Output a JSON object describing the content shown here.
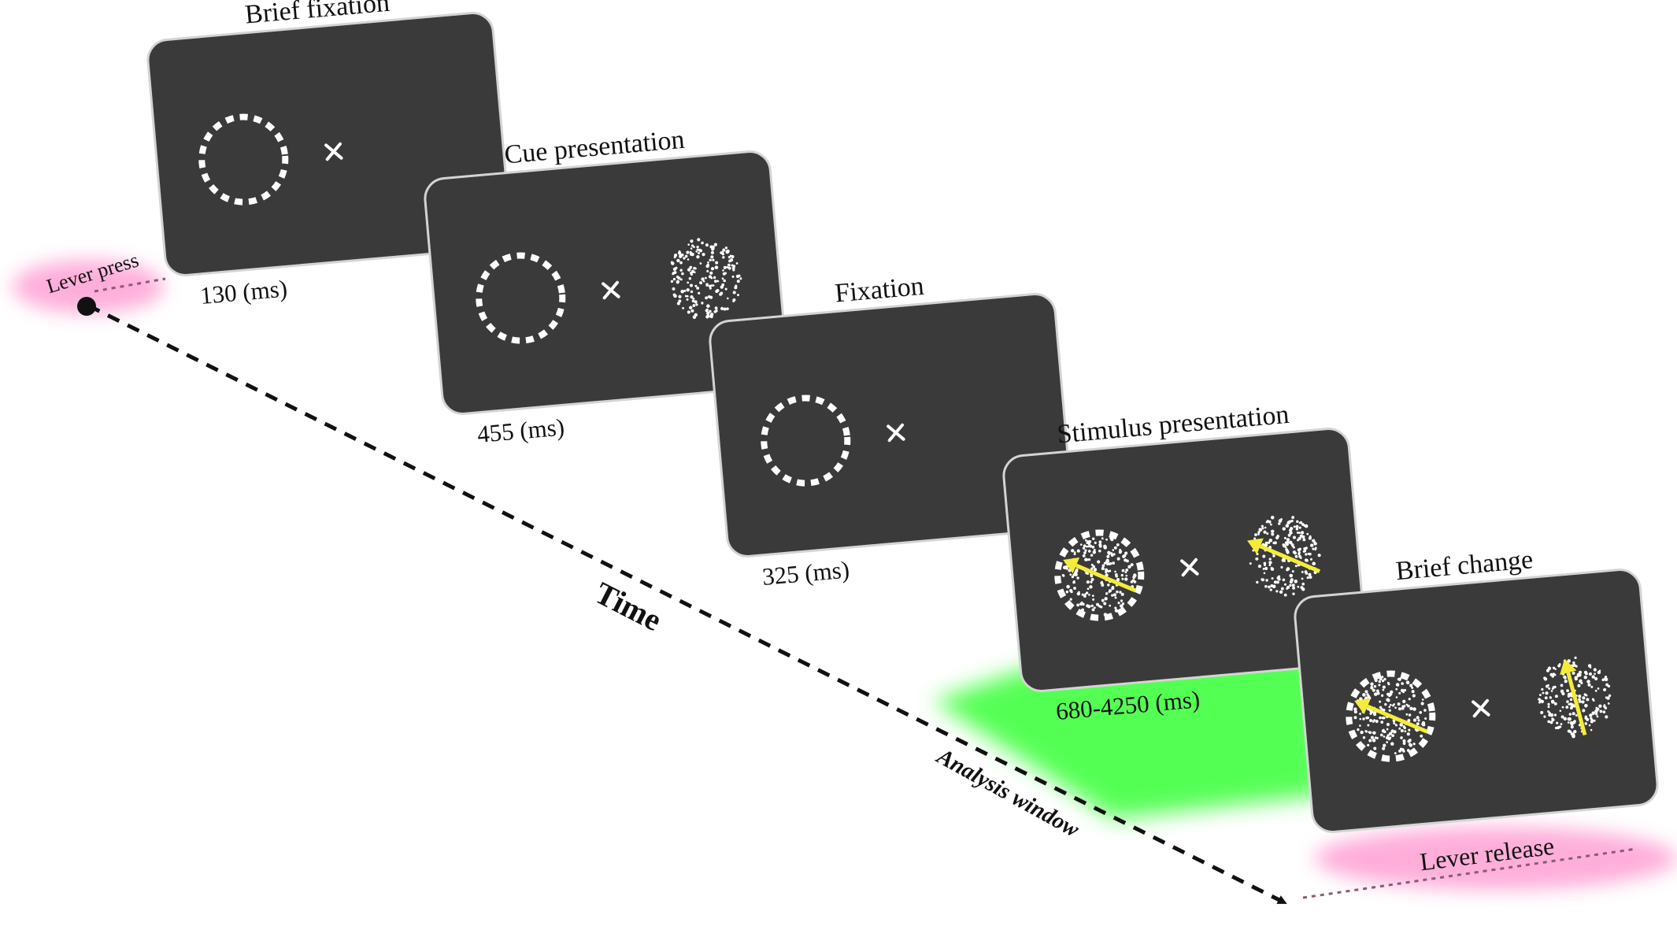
{
  "colors": {
    "screen": "#3a3a3a",
    "screen_border": "#d4d4d4",
    "stimulus_white": "#ffffff",
    "motion_arrow": "#f5ec3a",
    "analysis_window": "#4cff4c",
    "lever_highlight": "#ff9ad2",
    "timeline": "#111111",
    "lever_dotted": "#8a5a78"
  },
  "icons": {
    "fixation": "cross-icon",
    "cue_ring": "dashed-circle",
    "stimulus": "random-dot-patch",
    "motion": "arrow-icon"
  },
  "timeline": {
    "label": "Time",
    "start_event": "Lever press",
    "end_event": "Lever release",
    "analysis_window_label": "Analysis window"
  },
  "screens": [
    {
      "id": "brief-fixation",
      "title": "Brief fixation",
      "duration": "130 (ms)",
      "left": "ring",
      "right": "none",
      "left_arrow_deg": null,
      "right_arrow_deg": null
    },
    {
      "id": "cue-presentation",
      "title": "Cue presentation",
      "duration": "455 (ms)",
      "left": "ring",
      "right": "dots",
      "left_arrow_deg": null,
      "right_arrow_deg": null
    },
    {
      "id": "fixation",
      "title": "Fixation",
      "duration": "325 (ms)",
      "left": "ring",
      "right": "none",
      "left_arrow_deg": null,
      "right_arrow_deg": null
    },
    {
      "id": "stimulus-presentation",
      "title": "Stimulus presentation",
      "duration": "680-4250 (ms)",
      "left": "dots-ring",
      "right": "dots",
      "left_arrow_deg": 208,
      "right_arrow_deg": 208
    },
    {
      "id": "brief-change",
      "title": "Brief change",
      "duration": "",
      "left": "dots-ring",
      "right": "dots",
      "left_arrow_deg": 208,
      "right_arrow_deg": 260
    }
  ]
}
